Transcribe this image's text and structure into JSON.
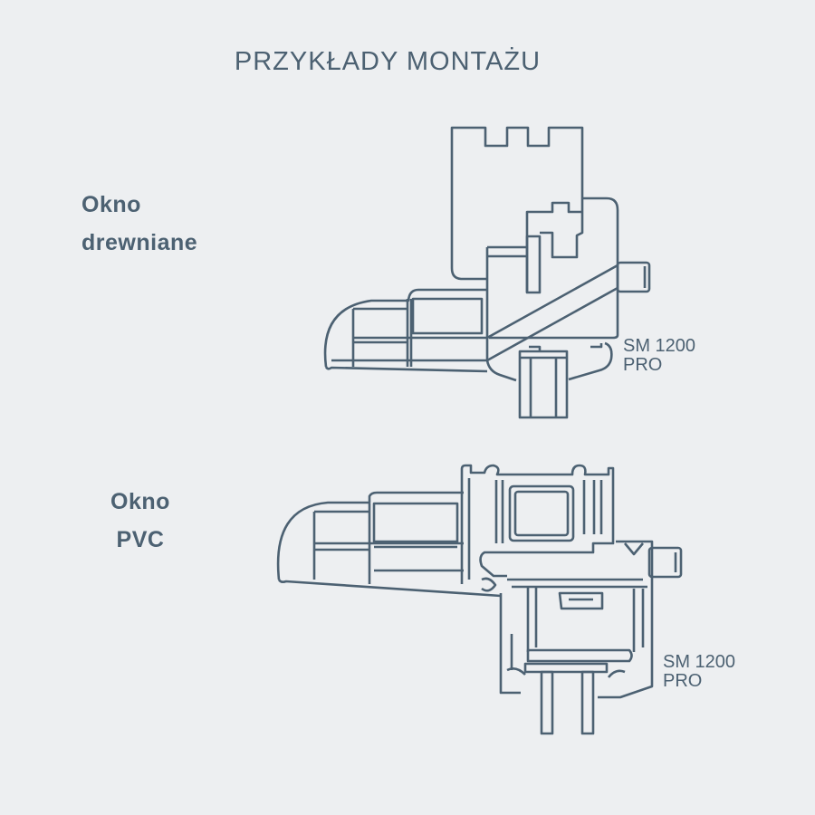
{
  "title": "PRZYKŁADY MONTAŻU",
  "examples": [
    {
      "label_lines": [
        "Okno",
        "drewniane"
      ],
      "product_lines": [
        "SM 1200",
        "PRO"
      ]
    },
    {
      "label_lines": [
        "Okno",
        "PVC"
      ],
      "product_lines": [
        "SM 1200",
        "PRO"
      ]
    }
  ],
  "colors": {
    "background": "#edeff1",
    "line": "#4c6172"
  }
}
